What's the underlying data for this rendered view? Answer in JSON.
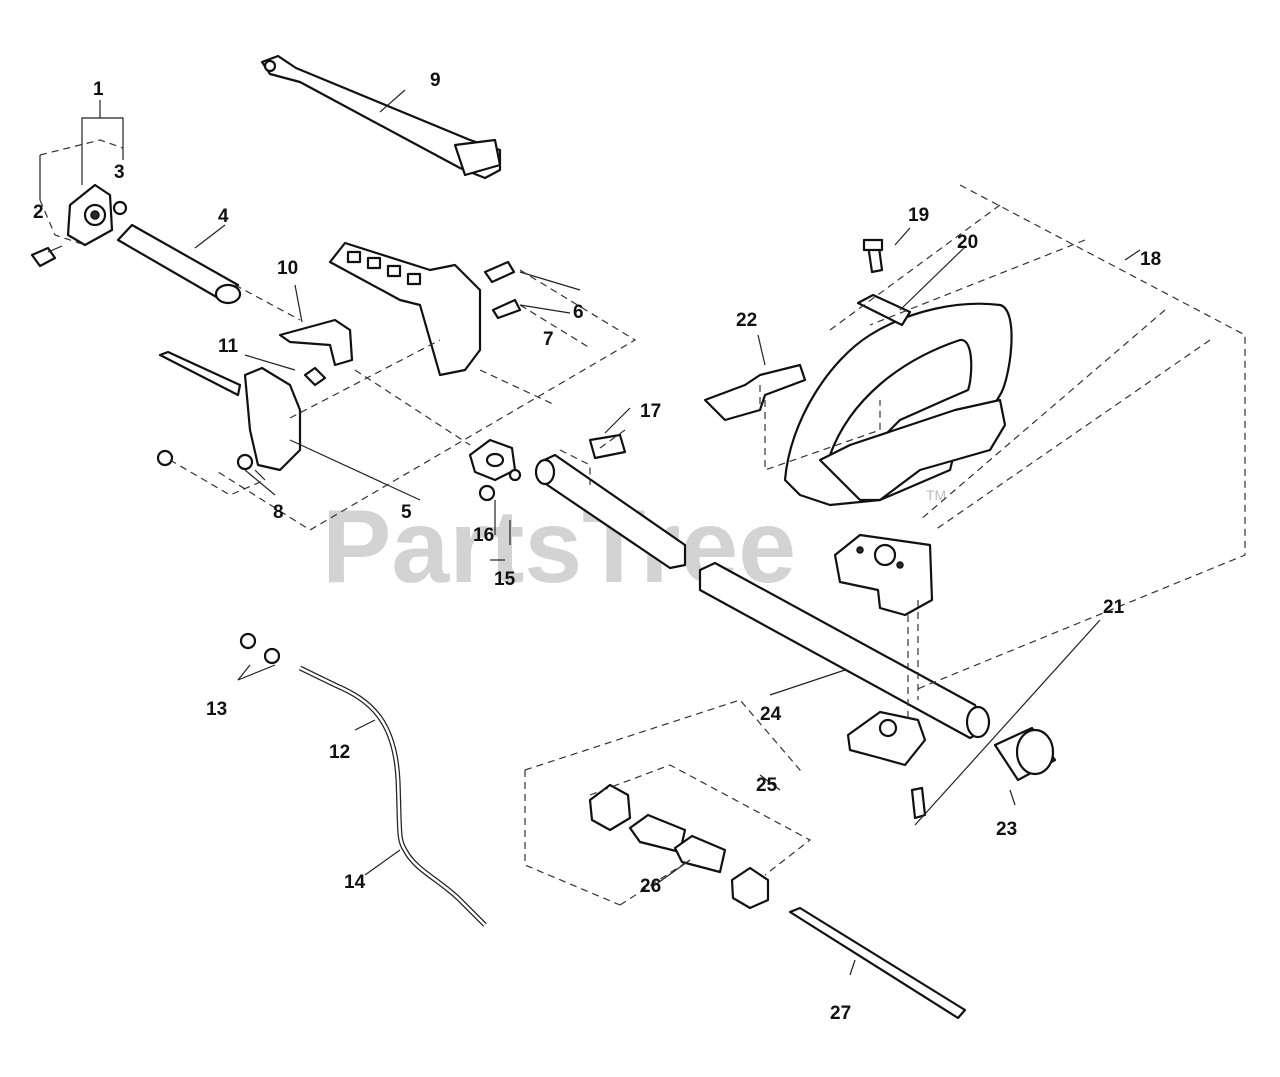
{
  "watermark": {
    "text": "PartsTree",
    "tm": "TM"
  },
  "callouts": [
    "1",
    "2",
    "3",
    "4",
    "5",
    "6",
    "7",
    "8",
    "9",
    "10",
    "11",
    "12",
    "13",
    "14",
    "15",
    "16",
    "17",
    "18",
    "19",
    "20",
    "21",
    "22",
    "23",
    "24",
    "25",
    "26",
    "27"
  ]
}
